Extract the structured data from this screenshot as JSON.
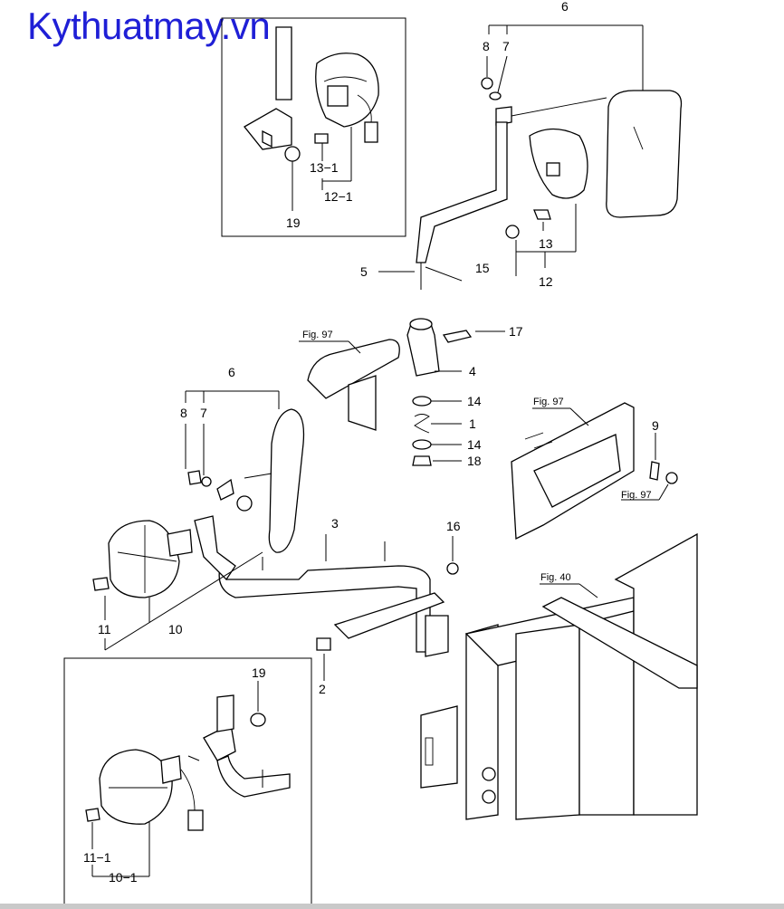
{
  "watermark": "Kythuatmay.vn",
  "labels": {
    "l6a": "6",
    "l8a": "8",
    "l7a": "7",
    "l13_1": "13−1",
    "l12_1": "12−1",
    "l19a": "19",
    "l13": "13",
    "l12": "12",
    "l5": "5",
    "l15": "15",
    "l17": "17",
    "l4": "4",
    "l14a": "14",
    "l1": "1",
    "l14b": "14",
    "l18": "18",
    "l6b": "6",
    "l8b": "8",
    "l7b": "7",
    "l9": "9",
    "l3": "3",
    "l16": "16",
    "l11": "11",
    "l10": "10",
    "l2": "2",
    "l19b": "19",
    "l11_1": "11−1",
    "l10_1": "10−1"
  },
  "refs": {
    "fig97a": "Fig. 97",
    "fig97b": "Fig. 97",
    "fig97c": "Fig. 97",
    "fig40": "Fig. 40"
  },
  "colors": {
    "watermark": "#1f1fd6",
    "line": "#000000"
  }
}
